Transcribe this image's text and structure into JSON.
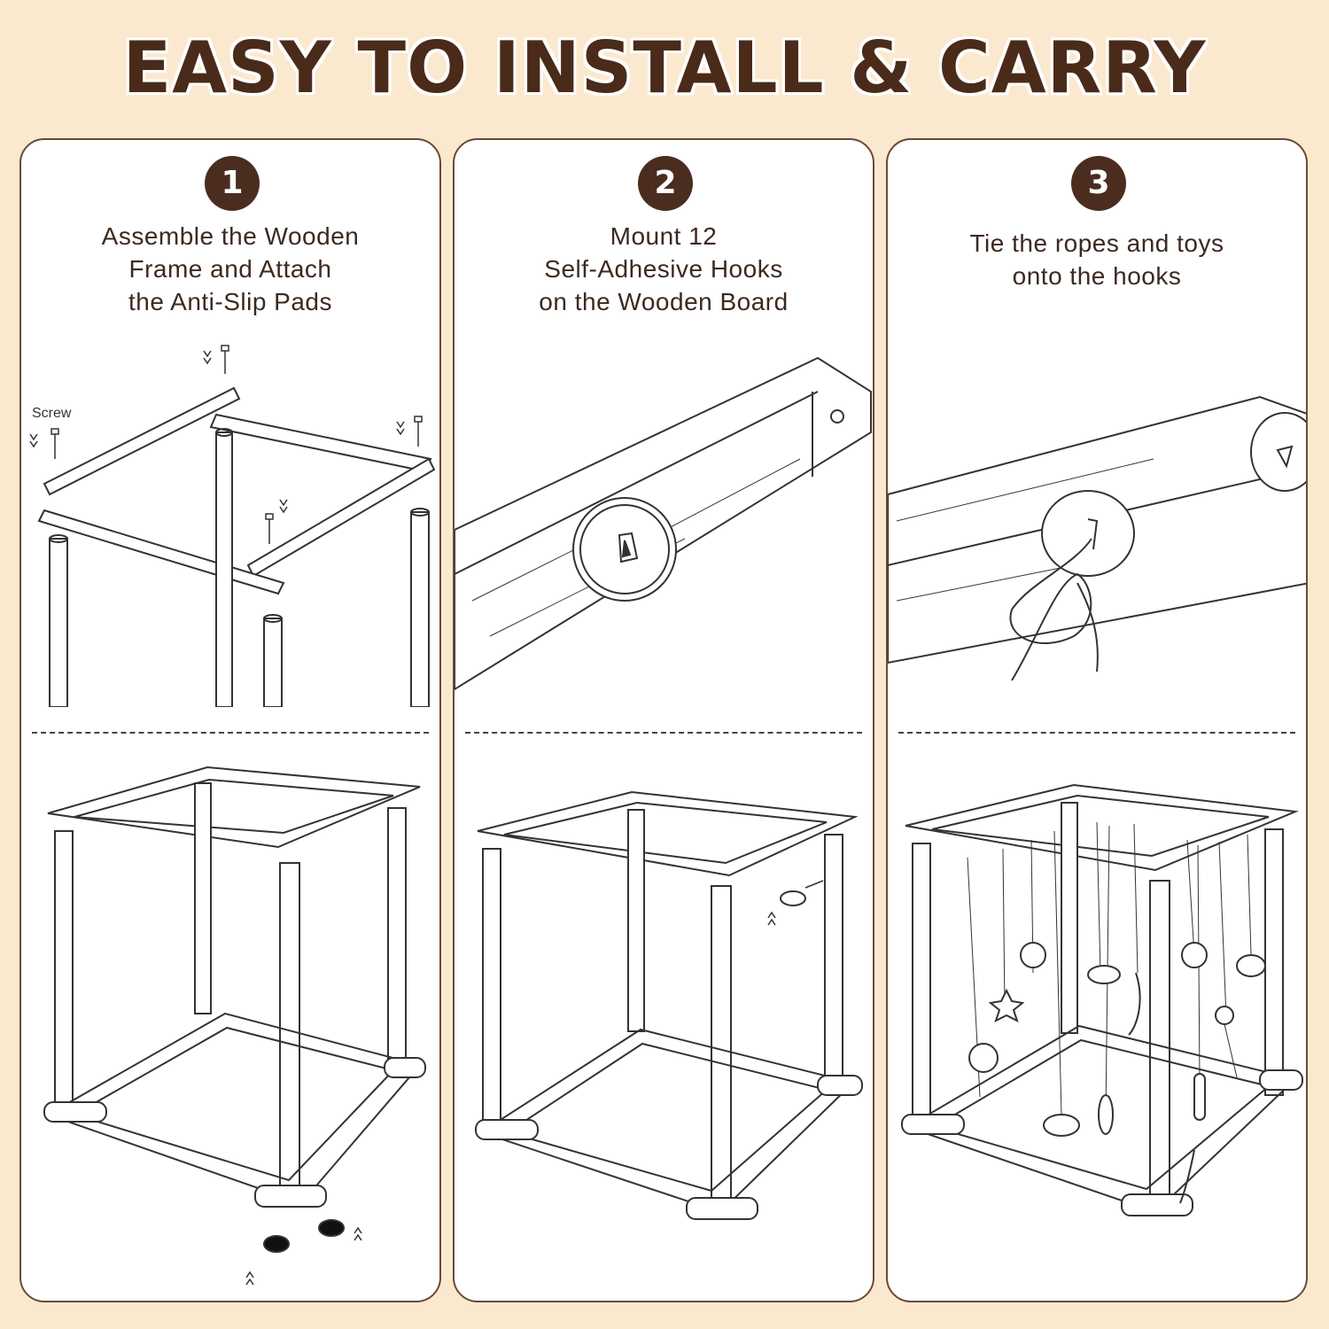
{
  "title": "EASY TO INSTALL & CARRY",
  "steps": [
    {
      "number": "1",
      "caption_lines": [
        "Assemble the Wooden",
        "Frame and Attach",
        "the Anti-Slip Pads"
      ],
      "label": "Screw"
    },
    {
      "number": "2",
      "caption_lines": [
        "Mount 12",
        "Self-Adhesive Hooks",
        "on the Wooden Board"
      ]
    },
    {
      "number": "3",
      "caption_lines": [
        "Tie the ropes and toys",
        "onto the hooks"
      ]
    }
  ],
  "colors": {
    "background": "#fbe9cf",
    "title": "#4a2b1a",
    "badge": "#4b2d1f",
    "panel_border": "#6a4a35"
  }
}
